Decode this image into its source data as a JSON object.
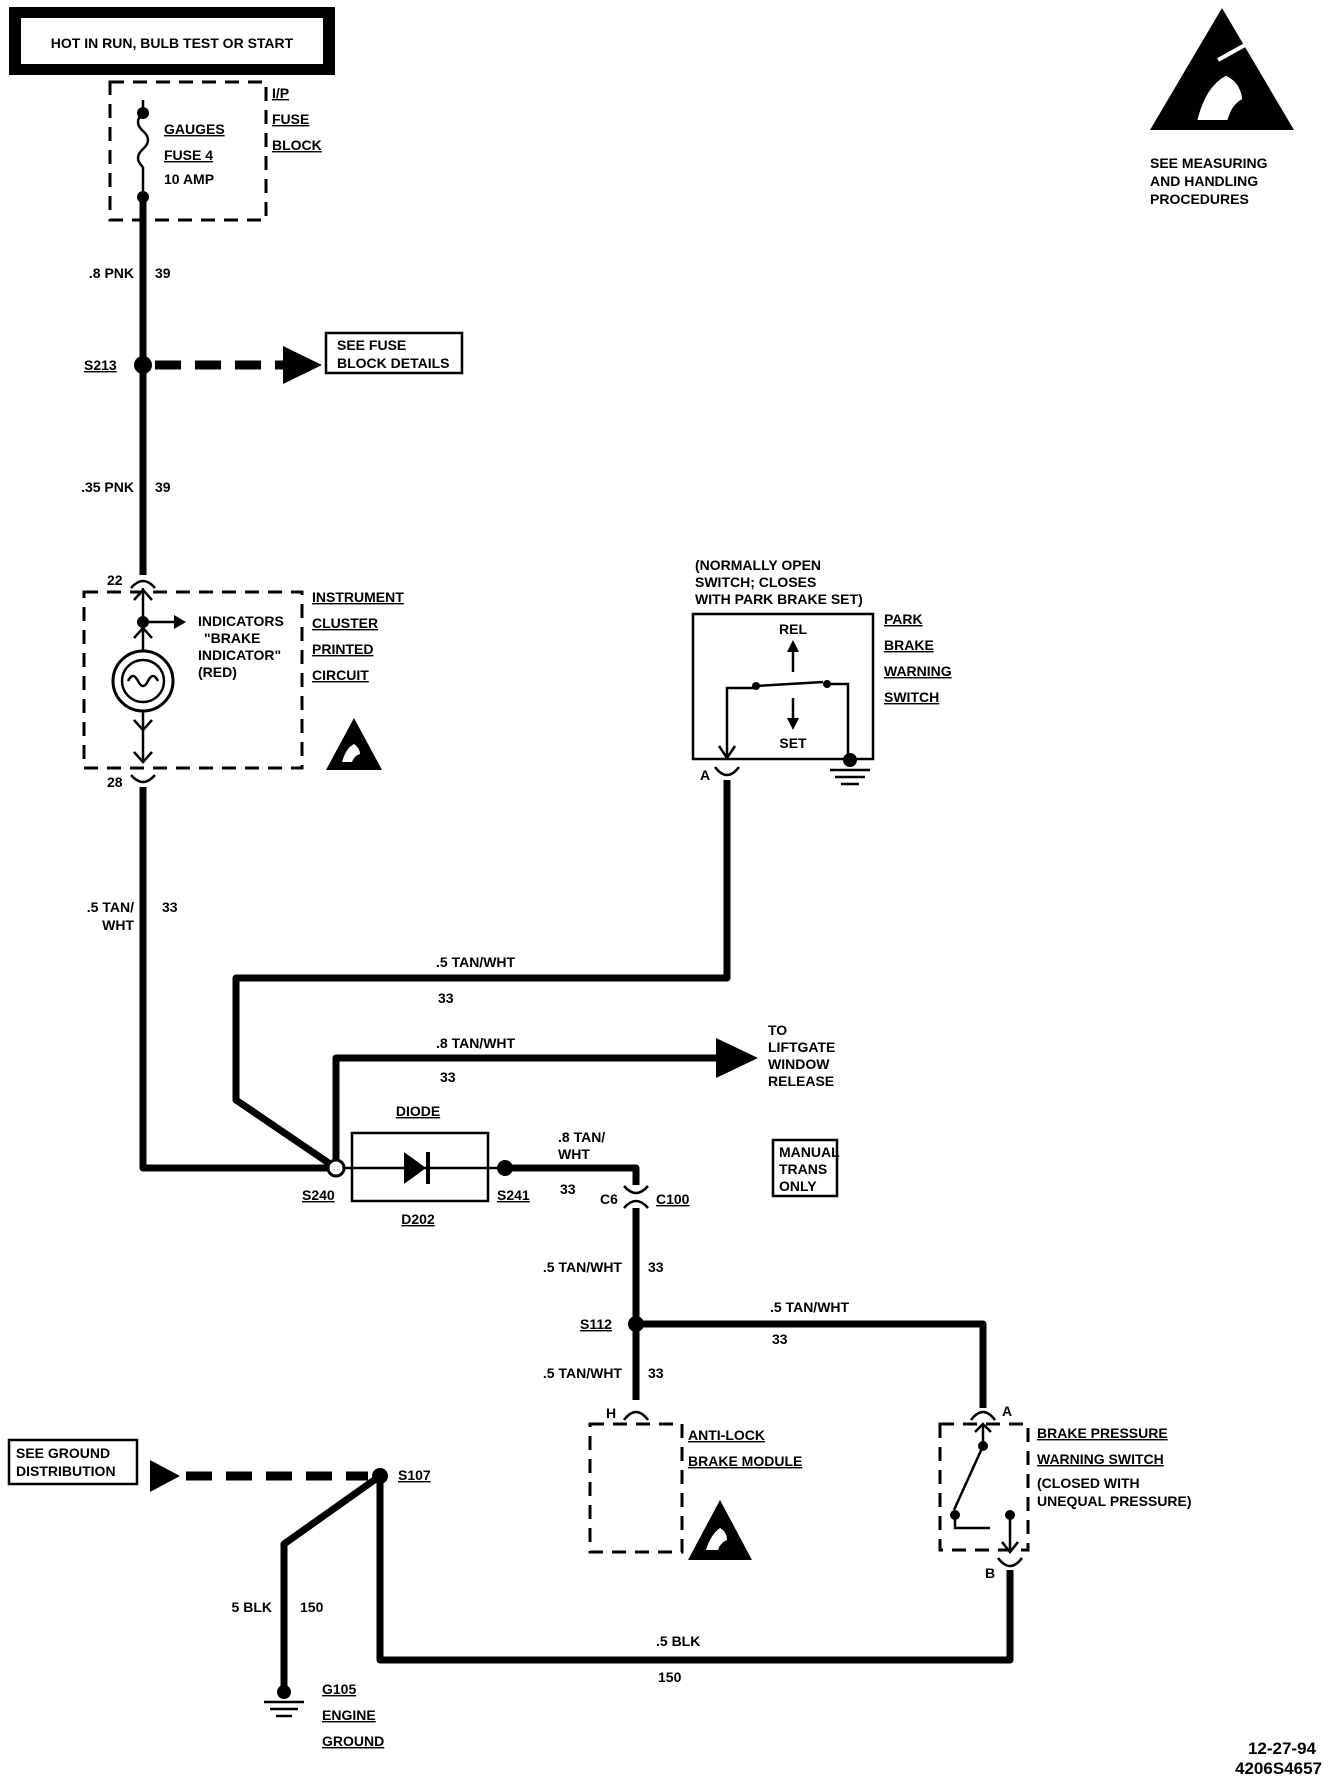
{
  "header": {
    "power_label": "HOT IN RUN, BULB TEST OR START"
  },
  "esd_notice": {
    "lines": [
      "SEE MEASURING",
      "AND HANDLING",
      "PROCEDURES"
    ]
  },
  "fuse_block": {
    "name_lines": [
      "I/P",
      "FUSE",
      "BLOCK"
    ],
    "fuse_lines": [
      "GAUGES",
      "FUSE 4",
      "10 AMP"
    ]
  },
  "wires": {
    "w1": {
      "gauge": ".8 PNK",
      "circuit": "39"
    },
    "w2": {
      "gauge": ".35 PNK",
      "circuit": "39"
    },
    "w3": {
      "gauge_lines": [
        ".5 TAN/",
        "WHT"
      ],
      "circuit": "33"
    },
    "w4": {
      "gauge": ".5 TAN/WHT",
      "circuit": "33"
    },
    "w5": {
      "gauge": ".8 TAN/WHT",
      "circuit": "33"
    },
    "w6": {
      "gauge_lines": [
        ".8 TAN/",
        "WHT"
      ],
      "circuit": "33"
    },
    "w7": {
      "gauge": ".5 TAN/WHT",
      "circuit": "33"
    },
    "w8": {
      "gauge": ".5 TAN/WHT",
      "circuit": "33"
    },
    "w9": {
      "gauge": ".5 TAN/WHT",
      "circuit": "33"
    },
    "w10": {
      "gauge": "5 BLK",
      "circuit": "150"
    },
    "w11": {
      "gauge": ".5 BLK",
      "circuit": "150"
    }
  },
  "splices": {
    "s213": "S213",
    "s240": "S240",
    "s241": "S241",
    "s112": "S112",
    "s107": "S107"
  },
  "fuse_details_note": {
    "lines": [
      "SEE FUSE",
      "BLOCK DETAILS"
    ]
  },
  "cluster": {
    "pin_top": "22",
    "pin_bottom": "28",
    "indicator_lines": [
      "INDICATORS",
      "\"BRAKE",
      "INDICATOR\"",
      "(RED)"
    ],
    "name_lines": [
      "INSTRUMENT",
      "CLUSTER",
      "PRINTED",
      "CIRCUIT"
    ]
  },
  "park_switch": {
    "note_lines": [
      "(NORMALLY OPEN",
      "SWITCH; CLOSES",
      "WITH PARK BRAKE SET)"
    ],
    "rel": "REL",
    "set": "SET",
    "pin": "A",
    "name_lines": [
      "PARK",
      "BRAKE",
      "WARNING",
      "SWITCH"
    ]
  },
  "liftgate": {
    "lines": [
      "TO",
      "LIFTGATE",
      "WINDOW",
      "RELEASE"
    ]
  },
  "diode": {
    "title": "DIODE",
    "ref": "D202"
  },
  "connector_c100": {
    "pin": "C6",
    "name": "C100"
  },
  "manual_trans": {
    "lines": [
      "MANUAL",
      "TRANS",
      "ONLY"
    ]
  },
  "abs_module": {
    "pin": "H",
    "name_lines": [
      "ANTI-LOCK",
      "BRAKE MODULE"
    ]
  },
  "pressure_switch": {
    "pin_a": "A",
    "pin_b": "B",
    "name_lines": [
      "BRAKE PRESSURE",
      "WARNING SWITCH",
      "(CLOSED WITH",
      "UNEQUAL PRESSURE)"
    ]
  },
  "ground_note": {
    "lines": [
      "SEE GROUND",
      "DISTRIBUTION"
    ]
  },
  "ground": {
    "name_lines": [
      "G105",
      "ENGINE",
      "GROUND"
    ]
  },
  "footer": {
    "date": "12-27-94",
    "code": "4206S4657"
  }
}
